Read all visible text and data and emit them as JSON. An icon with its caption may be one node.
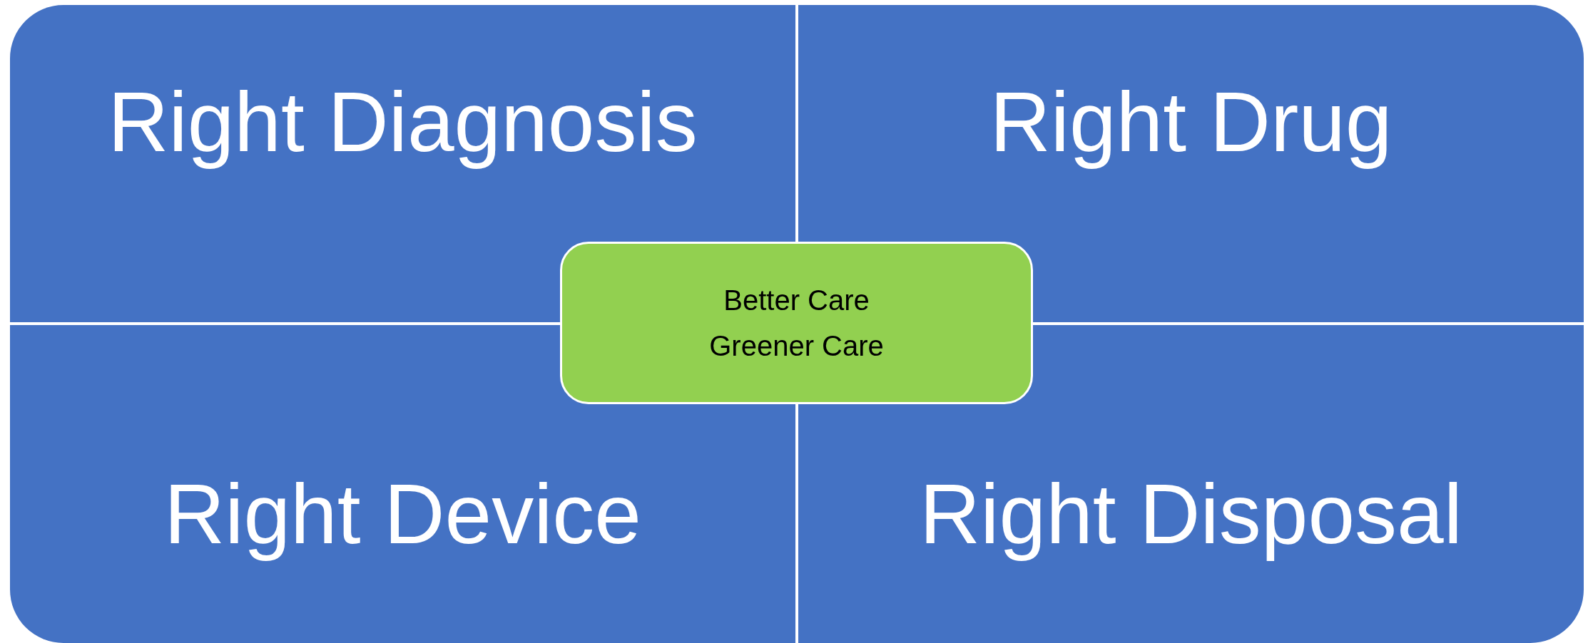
{
  "diagram": {
    "nodes": [
      {
        "text": [
          "Right Diagnosis"
        ]
      },
      {
        "text": [
          "Right Drug"
        ]
      },
      {
        "text": [
          "Right Device"
        ]
      },
      {
        "text": [
          "Right Disposal"
        ]
      },
      {
        "text": [
          "Better Care",
          "Greener Care"
        ]
      }
    ]
  }
}
